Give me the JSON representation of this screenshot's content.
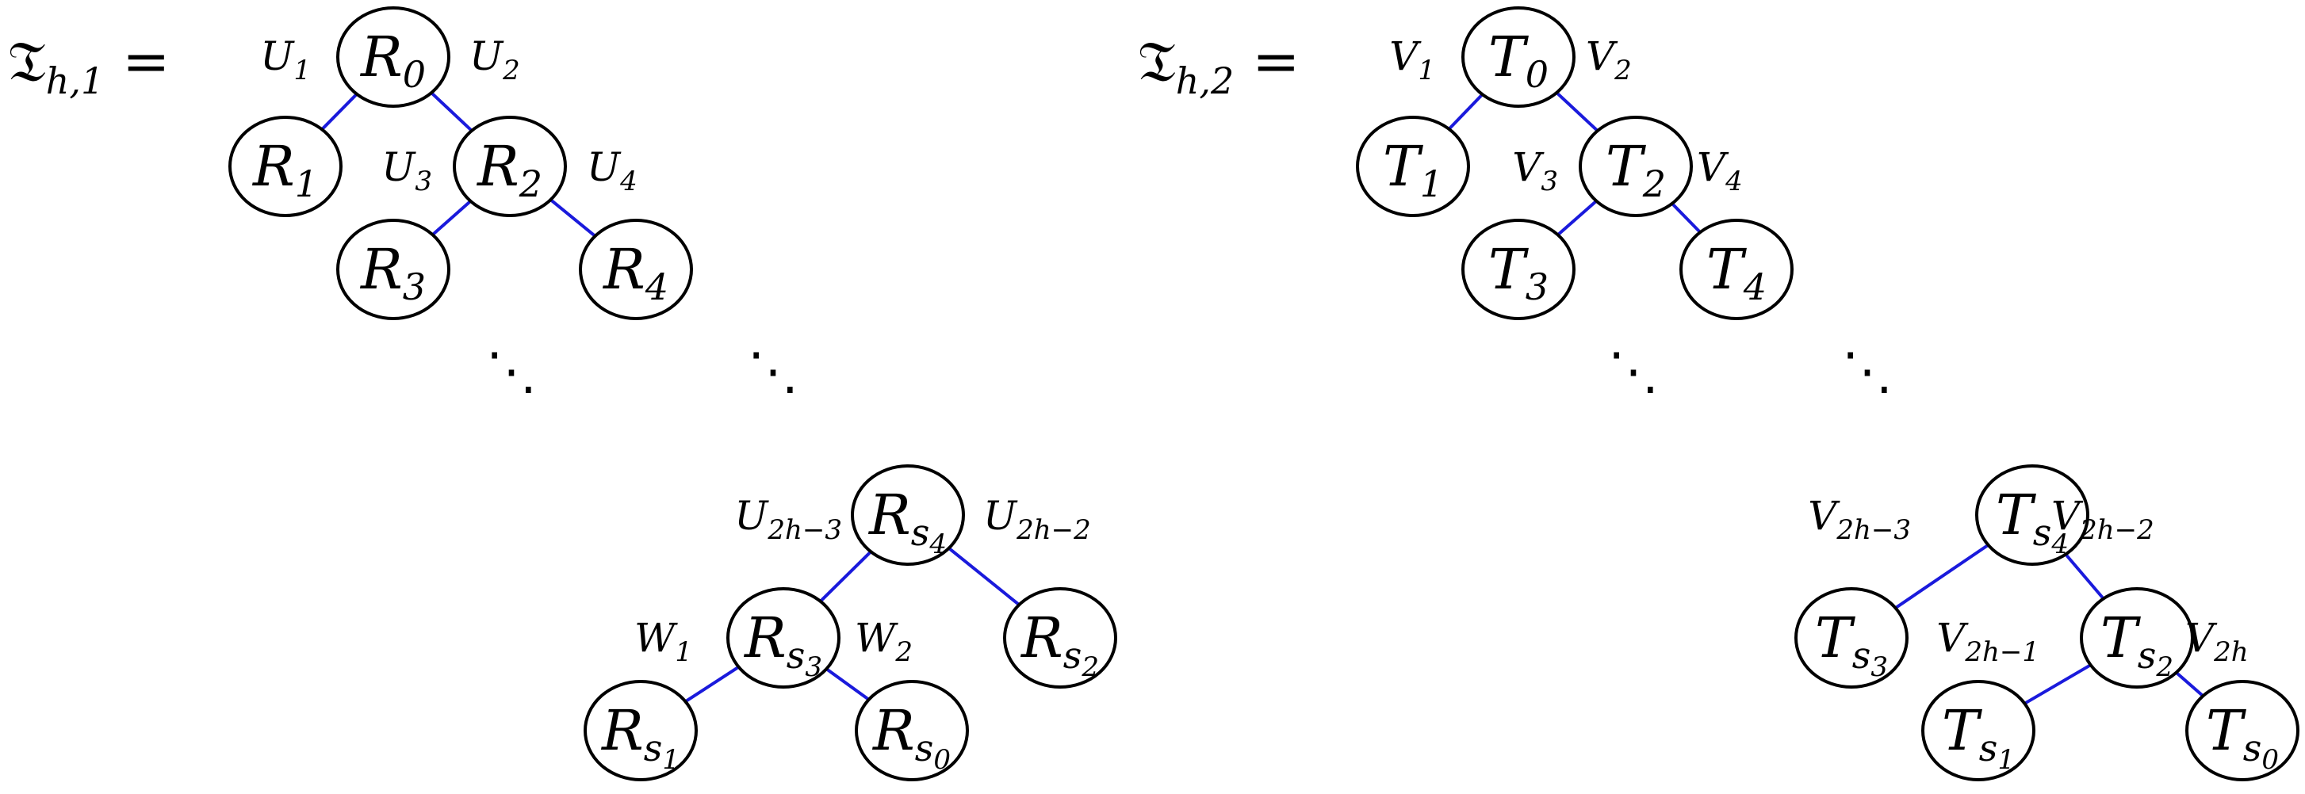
{
  "trees": [
    {
      "id": "tree-1",
      "title": {
        "main": "𝔗",
        "sub": "h,1",
        "eq": "="
      },
      "nodes": [
        {
          "id": "R0",
          "base": "R",
          "sub": "0",
          "subsub": ""
        },
        {
          "id": "R1",
          "base": "R",
          "sub": "1",
          "subsub": ""
        },
        {
          "id": "R2",
          "base": "R",
          "sub": "2",
          "subsub": ""
        },
        {
          "id": "R3",
          "base": "R",
          "sub": "3",
          "subsub": ""
        },
        {
          "id": "R4",
          "base": "R",
          "sub": "4",
          "subsub": ""
        },
        {
          "id": "Rs4",
          "base": "R",
          "sub": "s",
          "subsub": "4"
        },
        {
          "id": "Rs3",
          "base": "R",
          "sub": "s",
          "subsub": "3"
        },
        {
          "id": "Rs2",
          "base": "R",
          "sub": "s",
          "subsub": "2"
        },
        {
          "id": "Rs1",
          "base": "R",
          "sub": "s",
          "subsub": "1"
        },
        {
          "id": "Rs0",
          "base": "R",
          "sub": "s",
          "subsub": "0"
        }
      ],
      "edges": [
        {
          "from": "R0",
          "to": "R1",
          "label_base": "U",
          "label_sub": "1"
        },
        {
          "from": "R0",
          "to": "R2",
          "label_base": "U",
          "label_sub": "2"
        },
        {
          "from": "R2",
          "to": "R3",
          "label_base": "U",
          "label_sub": "3"
        },
        {
          "from": "R2",
          "to": "R4",
          "label_base": "U",
          "label_sub": "4"
        },
        {
          "from": "Rs4",
          "to": "Rs3",
          "label_base": "U",
          "label_sub": "2h−3"
        },
        {
          "from": "Rs4",
          "to": "Rs2",
          "label_base": "U",
          "label_sub": "2h−2"
        },
        {
          "from": "Rs3",
          "to": "Rs1",
          "label_base": "W",
          "label_sub": "1"
        },
        {
          "from": "Rs3",
          "to": "Rs0",
          "label_base": "W",
          "label_sub": "2"
        }
      ],
      "ellipsis": "⋱"
    },
    {
      "id": "tree-2",
      "title": {
        "main": "𝔗",
        "sub": "h,2",
        "eq": "="
      },
      "nodes": [
        {
          "id": "T0",
          "base": "T",
          "sub": "0",
          "subsub": ""
        },
        {
          "id": "T1",
          "base": "T",
          "sub": "1",
          "subsub": ""
        },
        {
          "id": "T2",
          "base": "T",
          "sub": "2",
          "subsub": ""
        },
        {
          "id": "T3",
          "base": "T",
          "sub": "3",
          "subsub": ""
        },
        {
          "id": "T4",
          "base": "T",
          "sub": "4",
          "subsub": ""
        },
        {
          "id": "Ts4",
          "base": "T",
          "sub": "s",
          "subsub": "4"
        },
        {
          "id": "Ts3",
          "base": "T",
          "sub": "s",
          "subsub": "3"
        },
        {
          "id": "Ts2",
          "base": "T",
          "sub": "s",
          "subsub": "2"
        },
        {
          "id": "Ts1",
          "base": "T",
          "sub": "s",
          "subsub": "1"
        },
        {
          "id": "Ts0",
          "base": "T",
          "sub": "s",
          "subsub": "0"
        }
      ],
      "edges": [
        {
          "from": "T0",
          "to": "T1",
          "label_base": "V",
          "label_sub": "1"
        },
        {
          "from": "T0",
          "to": "T2",
          "label_base": "V",
          "label_sub": "2"
        },
        {
          "from": "T2",
          "to": "T3",
          "label_base": "V",
          "label_sub": "3"
        },
        {
          "from": "T2",
          "to": "T4",
          "label_base": "V",
          "label_sub": "4"
        },
        {
          "from": "Ts4",
          "to": "Ts3",
          "label_base": "V",
          "label_sub": "2h−3"
        },
        {
          "from": "Ts4",
          "to": "Ts2",
          "label_base": "V",
          "label_sub": "2h−2"
        },
        {
          "from": "Ts2",
          "to": "Ts1",
          "label_base": "V",
          "label_sub": "2h−1"
        },
        {
          "from": "Ts2",
          "to": "Ts0",
          "label_base": "V",
          "label_sub": "2h"
        }
      ],
      "ellipsis": "⋱"
    }
  ],
  "colors": {
    "edge": "#1a1adc",
    "node_stroke": "#000000",
    "background": "#ffffff"
  }
}
